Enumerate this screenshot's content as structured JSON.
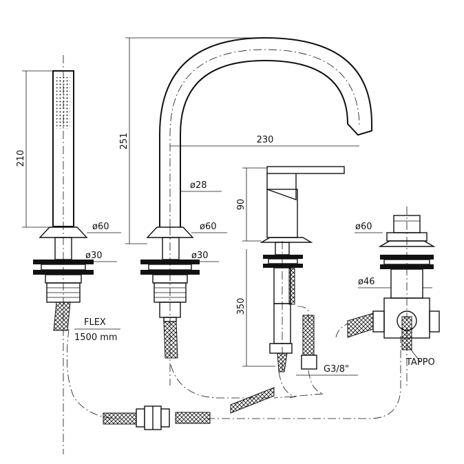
{
  "dimensions": {
    "hand_shower_height": "210",
    "spout_height": "251",
    "spout_reach": "230",
    "spout_diameter": "ø28",
    "lever_height": "90",
    "under_deck_length": "350",
    "flange_diameter_hand": "ø60",
    "flange_diameter_spout": "ø60",
    "flange_diameter_diverter": "ø60",
    "shank_diameter_hand": "ø30",
    "shank_diameter_spout": "ø30",
    "diverter_body_diameter": "ø46"
  },
  "labels": {
    "flex_title": "FLEX",
    "flex_length": "1500 mm",
    "thread": "G3/8\"",
    "plug": "TAPPO"
  },
  "colors": {
    "line": "#111111",
    "background": "#ffffff"
  }
}
